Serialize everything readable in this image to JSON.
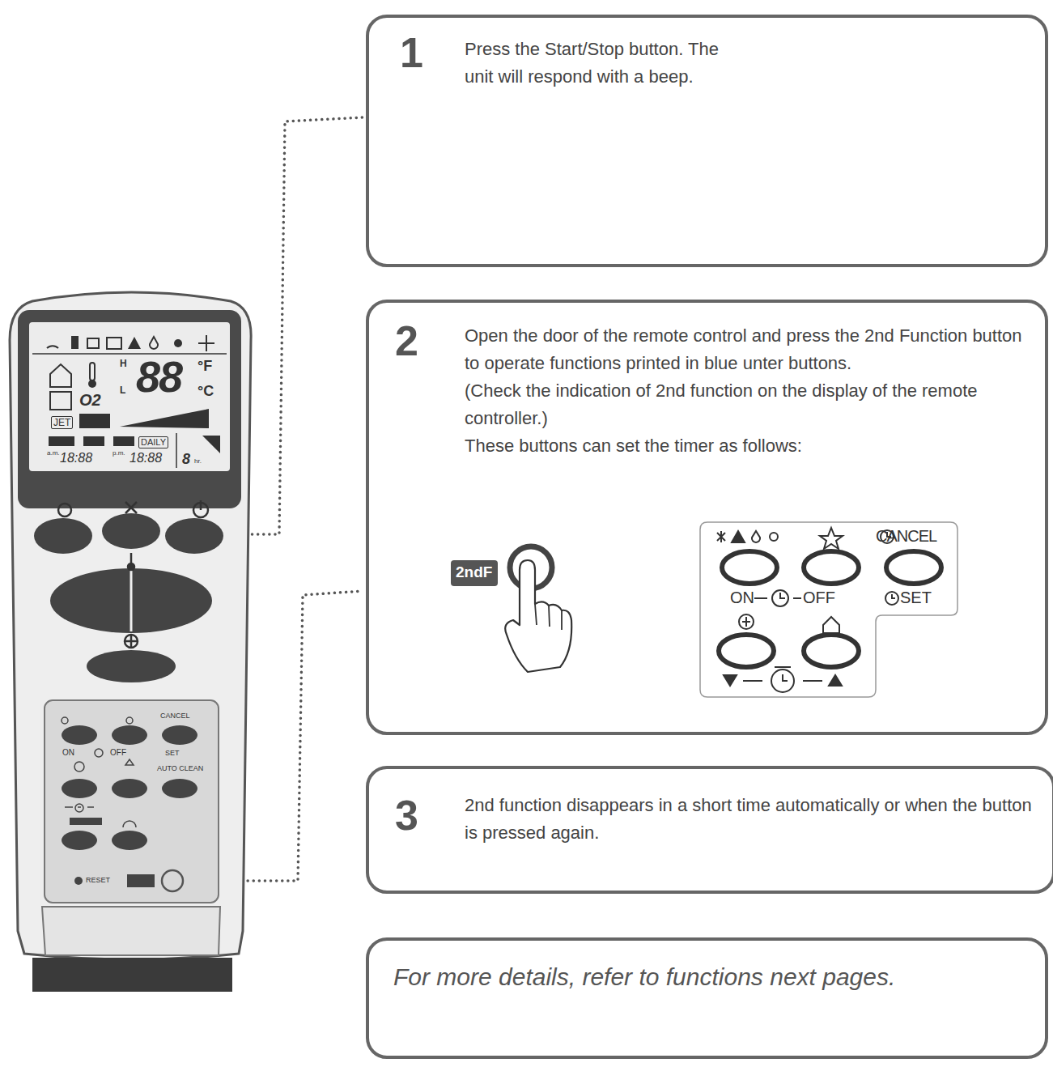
{
  "diagram": {
    "nodes": [
      {
        "text": [
          "1",
          "Press the Start/Stop button. The unit will respond with a beep."
        ]
      },
      {
        "text": [
          "2",
          "Open the door of the remote control and press the 2nd Function button to operate functions printed in blue unter buttons.",
          "(Check the indication of 2nd function on the display of the remote controller.)",
          "These buttons can set the timer as follows:"
        ]
      },
      {
        "text": [
          "CANCEL",
          "ON",
          "OFF",
          "SET"
        ],
        "in": 1
      },
      {
        "text": [
          "2ndF"
        ],
        "in": 1
      },
      {
        "text": [
          "3",
          "2nd function disappears in a short time automatically or when the button is pressed again."
        ]
      },
      {
        "text": [
          "For more details, refer to functions next pages."
        ]
      }
    ],
    "labels": [
      "88",
      "°F",
      "°C",
      "H",
      "L",
      "O2",
      "JET",
      "DAILY",
      "a.m.",
      "p.m.",
      "18:88",
      "18:88",
      "8",
      "hr.",
      "CANCEL",
      "ON",
      "OFF",
      "SET",
      "AUTO CLEAN",
      "RESET"
    ]
  }
}
